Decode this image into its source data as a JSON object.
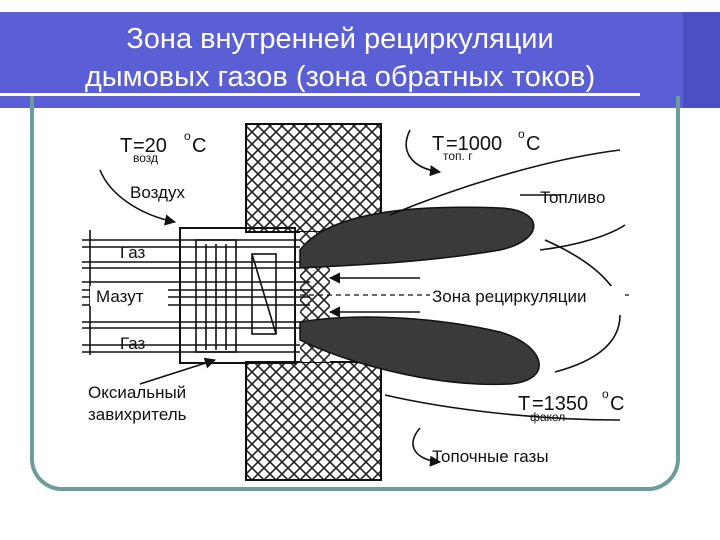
{
  "header": {
    "title_line1": "Зона внутренней рециркуляции",
    "title_line2": "дымовых газов (зона обратных токов)"
  },
  "diagram": {
    "t_air": {
      "main": "T",
      "value": "=20",
      "deg": "o",
      "unit": "C",
      "sub": "возд"
    },
    "t_furnace": {
      "main": "T",
      "value": "=1000",
      "deg": "o",
      "unit": "C",
      "sub": "топ. г"
    },
    "t_flame": {
      "main": "T",
      "value": "=1350",
      "deg": "o",
      "unit": "C",
      "sub": "факел"
    },
    "air": "Воздух",
    "fuel": "Топливо",
    "gas_top": "Газ",
    "mazut": "Мазут",
    "gas_bottom": "Газ",
    "recirculation_zone": "Зона рециркуляции",
    "swirler_line1": "Оксиальный",
    "swirler_line2": "завихритель",
    "flue_gases": "Топочные газы"
  },
  "colors": {
    "header": "#5b5fd6",
    "frame": "#6e9c9c",
    "flame": "#3a3a3a"
  }
}
